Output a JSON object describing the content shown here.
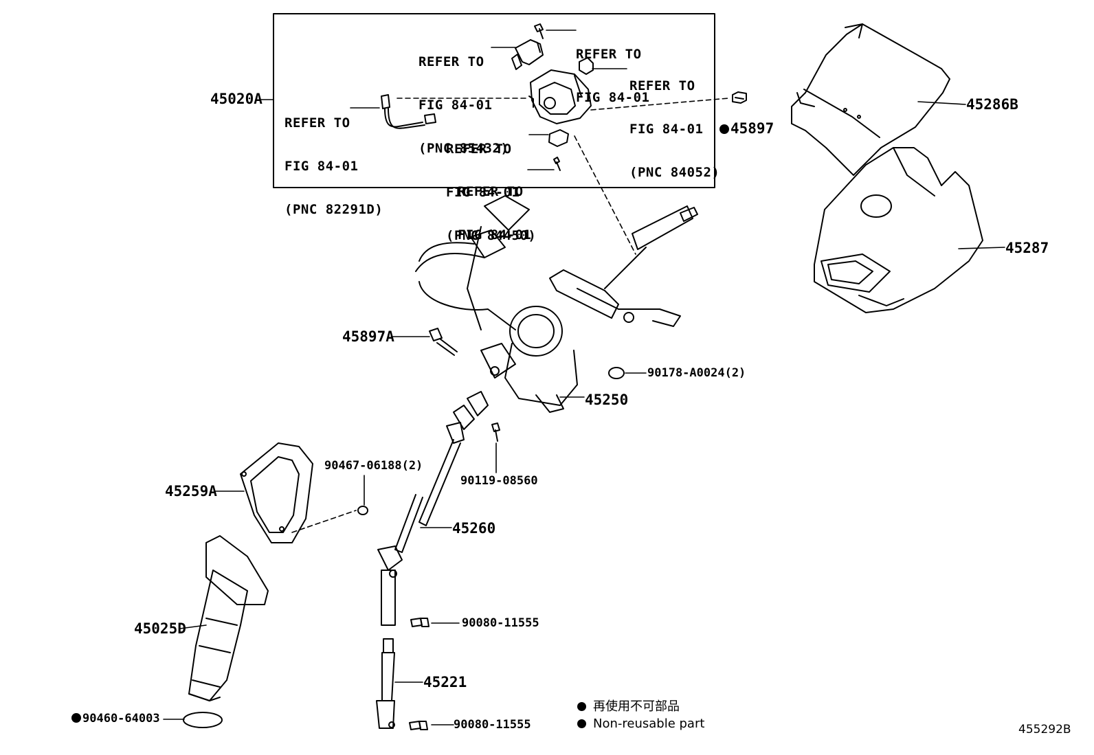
{
  "refer_boxes": {
    "pnc85432": [
      "REFER TO",
      "FIG 84-01",
      "(PNC 85432)"
    ],
    "screw_top": [
      "REFER TO",
      "FIG 84-01"
    ],
    "pnc84052": [
      "REFER TO",
      "FIG 84-01",
      "(PNC 84052)"
    ],
    "pnc82291d": [
      "REFER TO",
      "FIG 84-01",
      "(PNC 82291D)"
    ],
    "pnc84450": [
      "REFER TO",
      "FIG 84-01",
      "(PNC 84450)"
    ],
    "screw_bottom": [
      "REFER TO",
      "FIG 84-01"
    ]
  },
  "parts": {
    "p45020A": "45020A",
    "p45897": "45897",
    "p45286B": "45286B",
    "p45287": "45287",
    "p45897A": "45897A",
    "p90178": "90178-A0024(2)",
    "p45250": "45250",
    "p90467": "90467-06188(2)",
    "p45259A": "45259A",
    "p90119": "90119-08560",
    "p45260": "45260",
    "p45025D": "45025D",
    "p90080a": "90080-11555",
    "p45221": "45221",
    "p90460": "90460-64003",
    "p90080b": "90080-11555"
  },
  "legend": {
    "ja": "再使用不可部品",
    "en": "Non-reusable part"
  },
  "figure_id": "455292B"
}
